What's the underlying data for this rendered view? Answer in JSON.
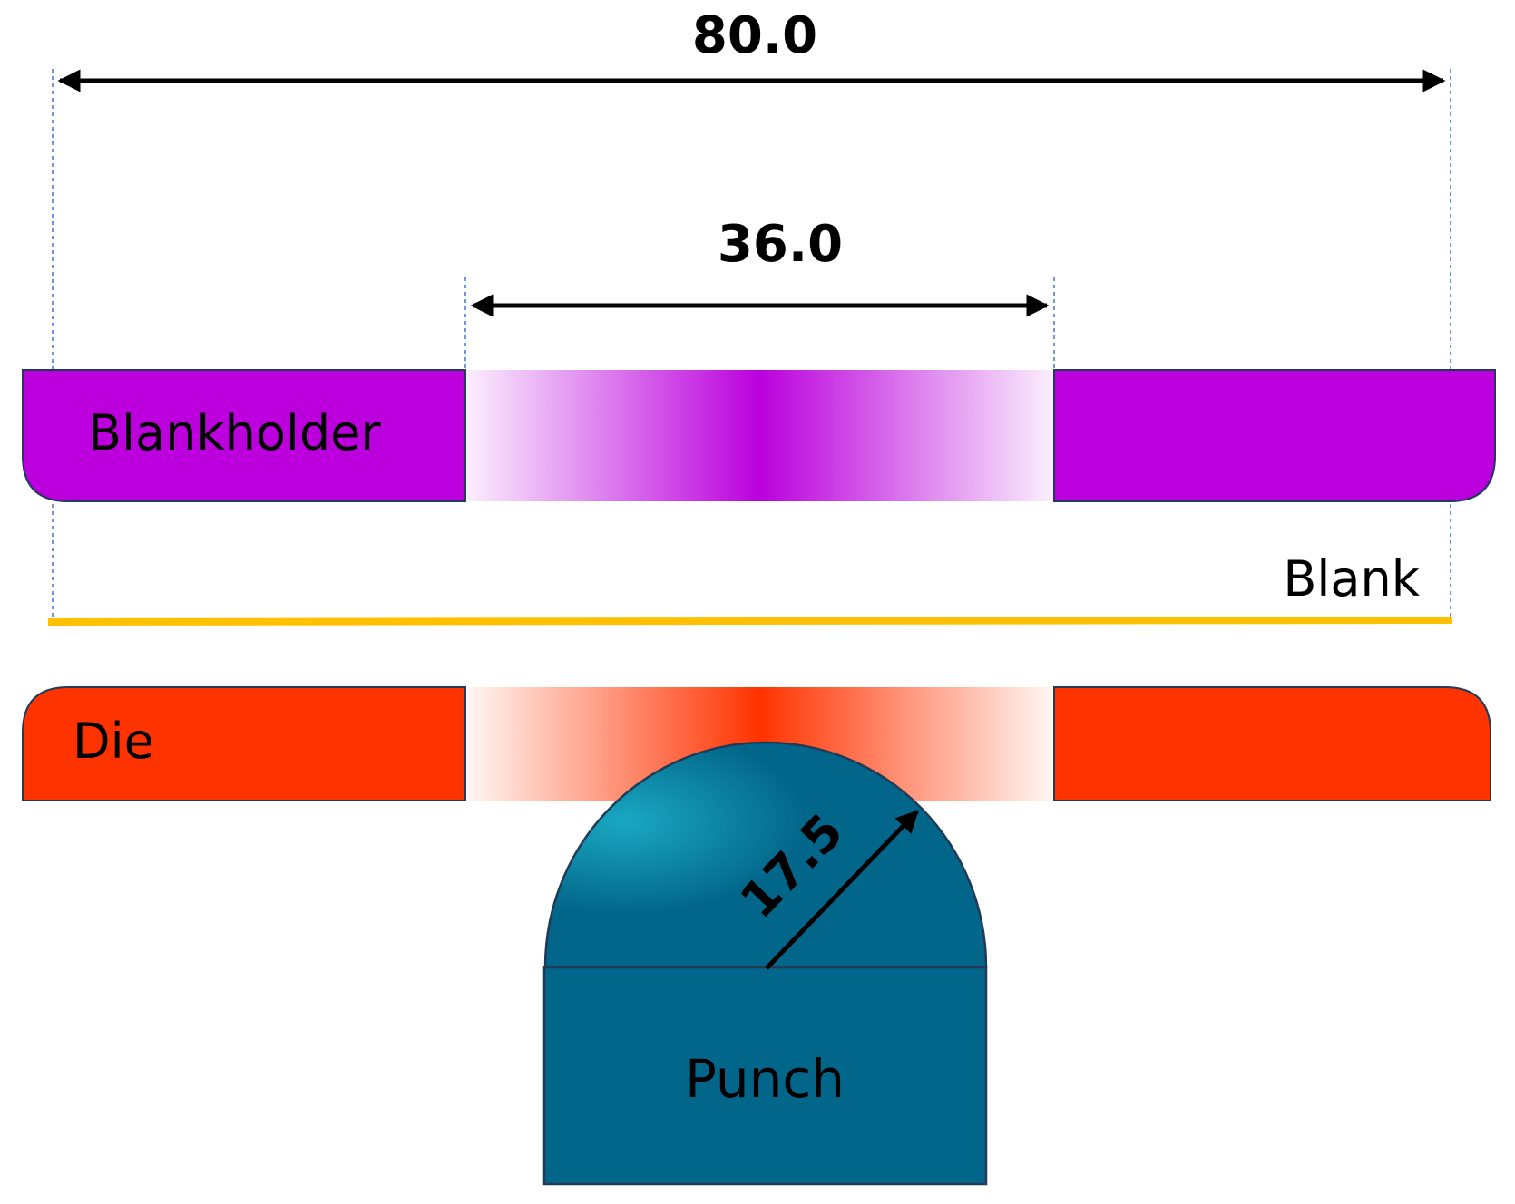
{
  "dimensions": {
    "overall_width": "80.0",
    "opening_width": "36.0",
    "punch_radius": "17.5"
  },
  "parts": {
    "blankholder": "Blankholder",
    "blank": "Blank",
    "die": "Die",
    "punch": "Punch"
  },
  "colors": {
    "blankholder": "#bb00dd",
    "blank": "#ffc000",
    "die": "#ff3300",
    "punch": "#02668a",
    "punch_highlight": "#1aa8c2",
    "outline": "#1f3b57",
    "guide_line": "#4a7fd0",
    "arrow": "#000000"
  }
}
